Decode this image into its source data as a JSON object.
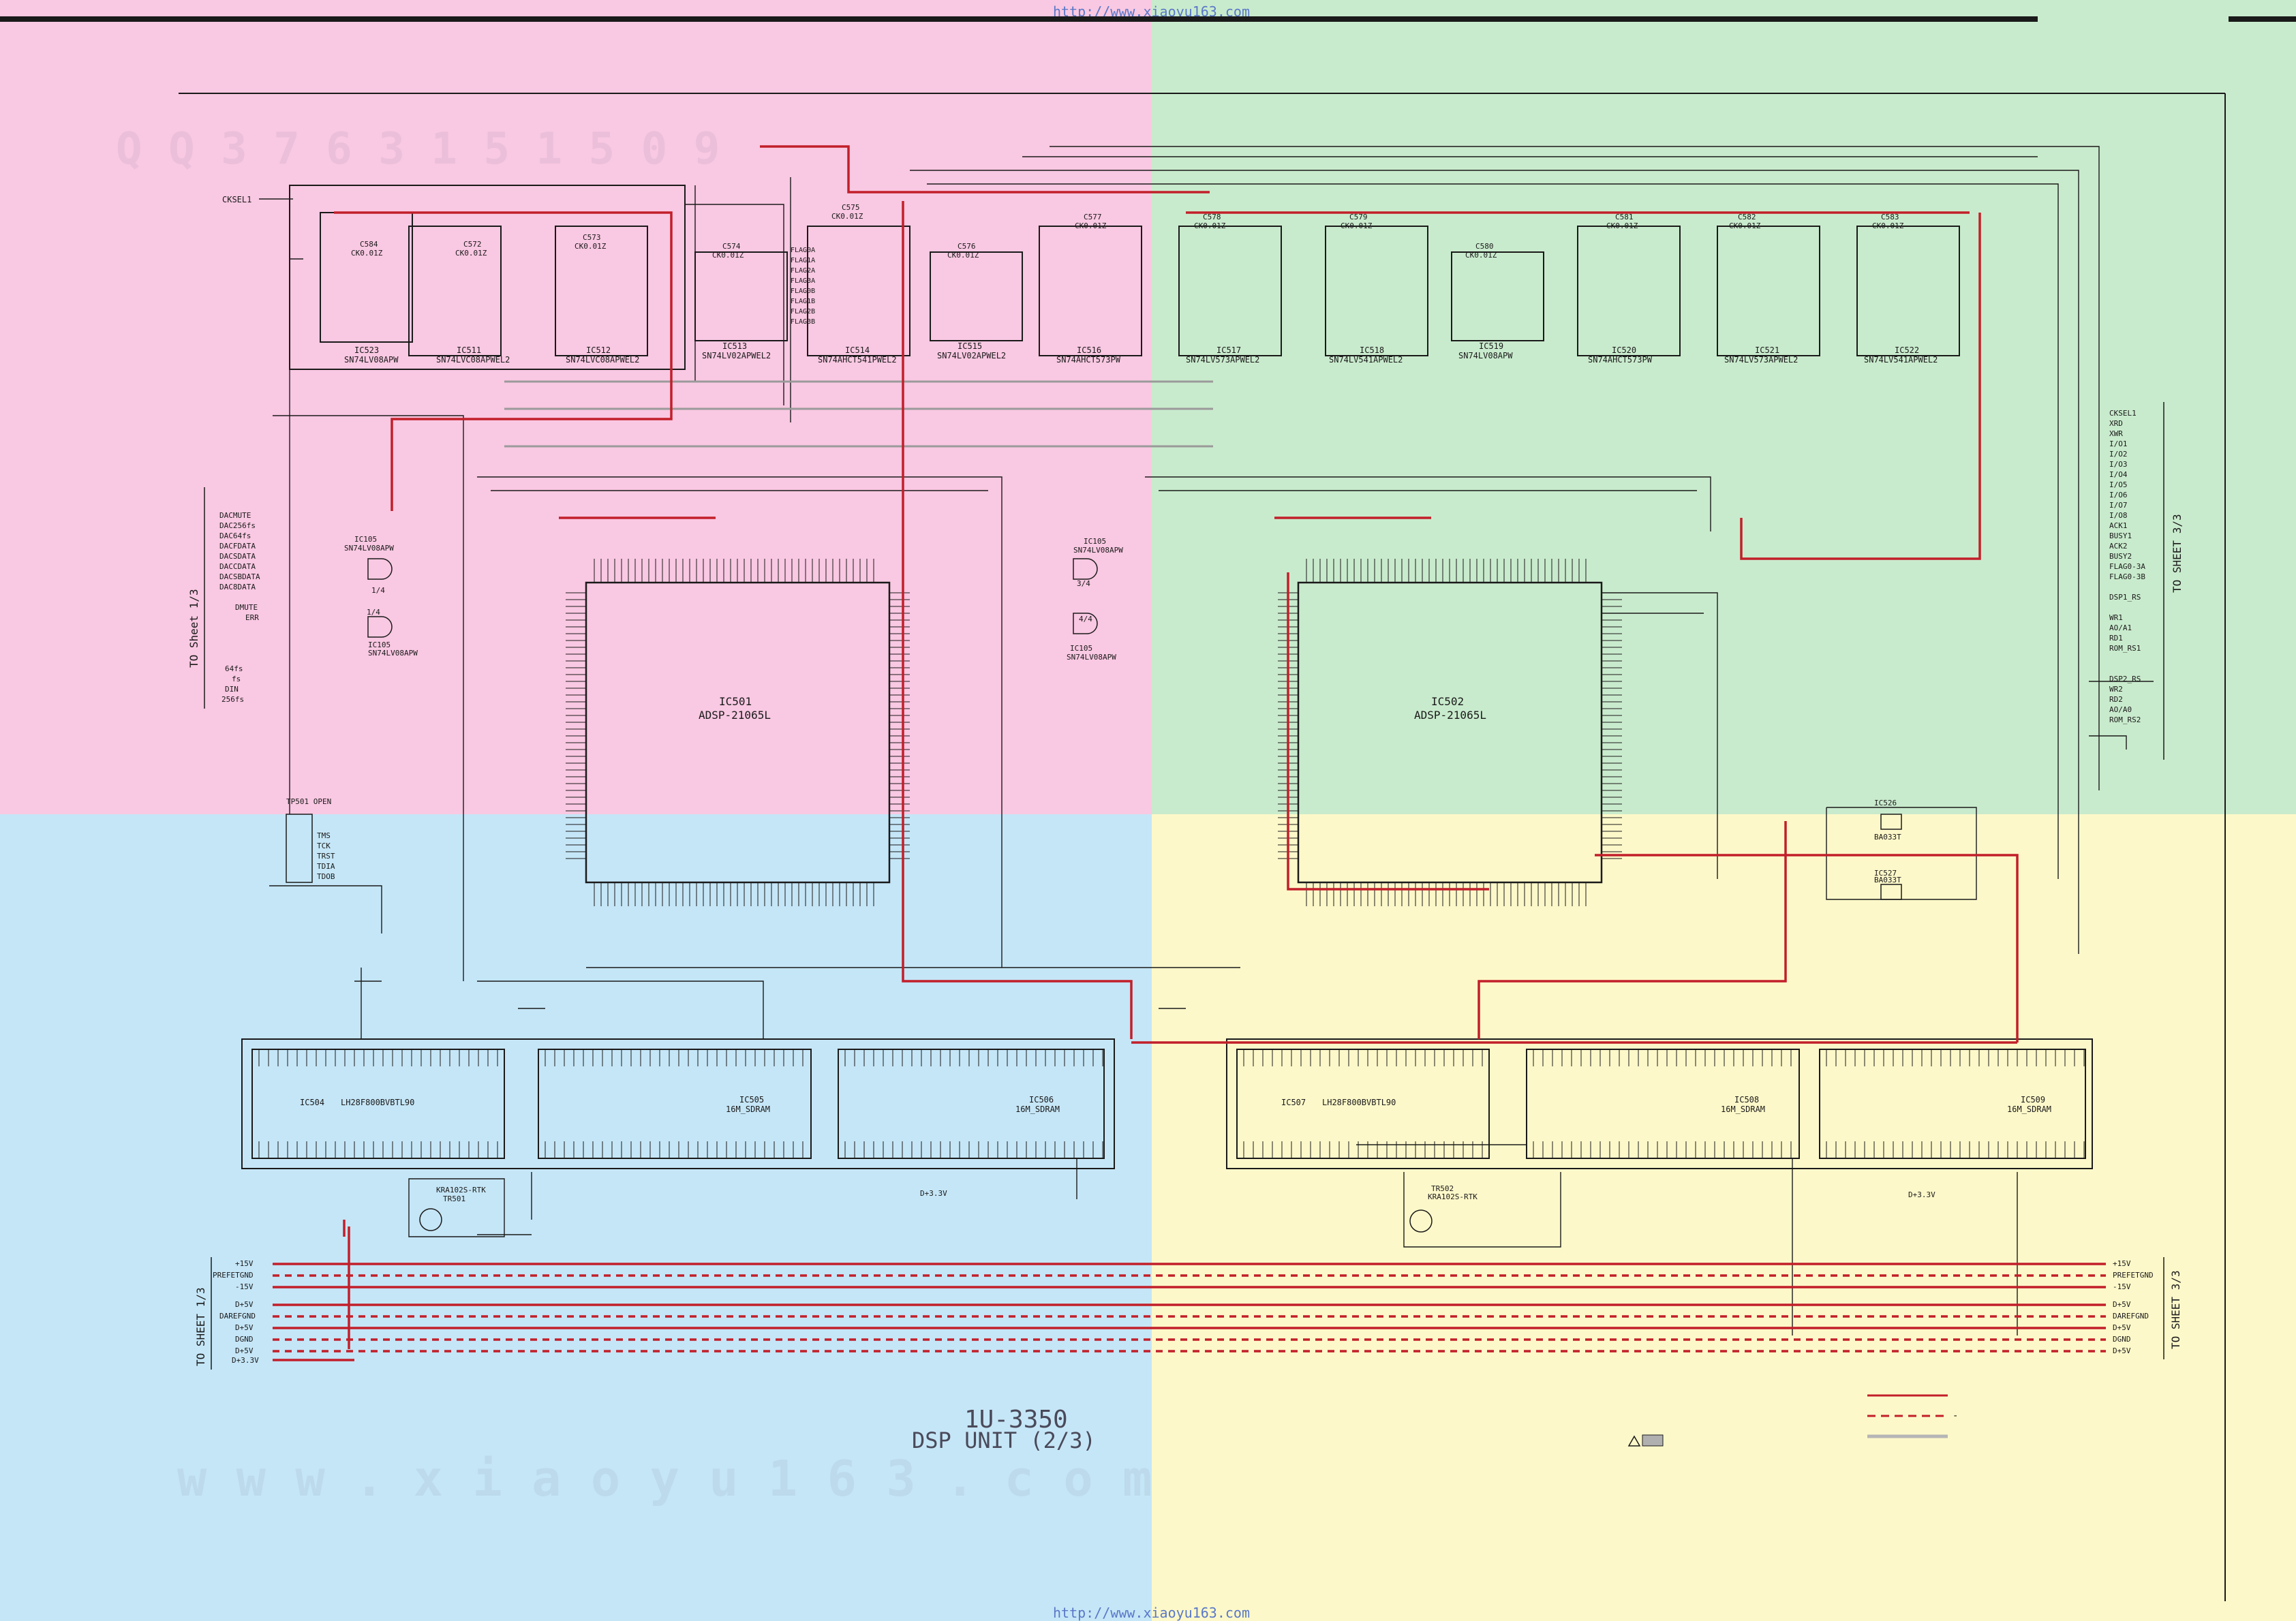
{
  "colors": {
    "quad_tl": "#f9c8e2",
    "quad_tr": "#c9ebcd",
    "quad_bl": "#c5e6f7",
    "quad_br": "#fdf8c9",
    "wire": "#1a1a1a",
    "power_wire": "#c21f2a",
    "bus_gray": "#9a9a9a",
    "watermark": "rgba(120,120,140,0.10)"
  },
  "header": {
    "url_top": "http://www.xiaoyu163.com",
    "url_bottom": "http://www.xiaoyu163.com"
  },
  "watermarks": {
    "qq_row": "Q Q 3 7 6 3 1 5 1 5 0 9",
    "www_row": "w w w . x i a o y u 1 6 3 . c o m"
  },
  "title": {
    "model": "1U-3350",
    "unit": "DSP UNIT (2/3)"
  },
  "sheet_refs": {
    "left_upper": "TO Sheet 1/3",
    "left_lower": "TO SHEET 1/3",
    "right_upper": "TO SHEET 3/3",
    "right_lower": "TO SHEET 3/3"
  },
  "signals": {
    "ck_sel": "CKSEL1",
    "left_inputs": [
      "DACMUTE",
      "DAC256fs",
      "DAC64fs",
      "DACFDATA",
      "DACSDATA",
      "DACCDATA",
      "DACSBDATA",
      "DAC8DATA"
    ],
    "left_inputs_2": [
      "DMUTE",
      "ERR"
    ],
    "left_inputs_3": [
      "64fs",
      "fs",
      "DIN",
      "256fs"
    ],
    "right_outputs": [
      "CKSEL1",
      "XRD",
      "XWR",
      "I/O1",
      "I/O2",
      "I/O3",
      "I/O4",
      "I/O5",
      "I/O6",
      "I/O7",
      "I/O8",
      "ACK1",
      "BUSY1",
      "ACK2",
      "BUSY2",
      "FLAG0-3A",
      "FLAG0-3B"
    ],
    "right_outputs_2": [
      "DSP1_RS",
      "WR1",
      "AO/A1",
      "RD1",
      "ROM_RS1"
    ],
    "right_outputs_3": [
      "DSP2_RS",
      "WR2",
      "RD2",
      "AO/A0",
      "ROM_RS2"
    ],
    "power_left": [
      "+15V",
      "PREFETGND",
      "-15V",
      "D+5V",
      "DAREFGND",
      "D+5V",
      "DGND",
      "D+5V",
      "D+3.3V"
    ],
    "power_right": [
      "+15V",
      "PREFETGND",
      "-15V",
      "D+5V",
      "DAREFGND",
      "D+5V",
      "DGND",
      "D+5V"
    ],
    "jtag": [
      "TMS",
      "TCK",
      "TRST",
      "TDIA",
      "TDOB"
    ],
    "jtag_header": "TP501 OPEN",
    "d33_left": "D+3.3V",
    "d33_right": "D+3.3V"
  },
  "components": {
    "top_ics": [
      {
        "ref": "IC523",
        "part": "SN74LV08APW"
      },
      {
        "ref": "IC511",
        "part": "SN74LVC08APWEL2"
      },
      {
        "ref": "IC512",
        "part": "SN74LVC08APWEL2"
      },
      {
        "ref": "IC513",
        "part": "SN74LV02APWEL2"
      },
      {
        "ref": "IC514",
        "part": "SN74AHCT541PWEL2"
      },
      {
        "ref": "IC515",
        "part": "SN74LV02APWEL2"
      },
      {
        "ref": "IC516",
        "part": "SN74AHCT573PW"
      },
      {
        "ref": "IC517",
        "part": "SN74LV573APWEL2"
      },
      {
        "ref": "IC518",
        "part": "SN74LV541APWEL2"
      },
      {
        "ref": "IC519",
        "part": "SN74LV08APW"
      },
      {
        "ref": "IC520",
        "part": "SN74AHCT573PW"
      },
      {
        "ref": "IC521",
        "part": "SN74LV573APWEL2"
      },
      {
        "ref": "IC522",
        "part": "SN74LV541APWEL2"
      }
    ],
    "top_caps": [
      "C584",
      "C572",
      "C573",
      "C574",
      "C575",
      "C576",
      "C577",
      "C578",
      "C579",
      "C580",
      "C581",
      "C582",
      "C583"
    ],
    "cap_value": "CK0.01Z",
    "dsp_left": {
      "ref": "IC501",
      "part": "ADSP-21065L"
    },
    "dsp_right": {
      "ref": "IC502",
      "part": "ADSP-21065L"
    },
    "gate_left_1": {
      "ref": "IC105",
      "part": "SN74LV08APW",
      "unit": "1/4"
    },
    "gate_left_2": {
      "ref": "IC105",
      "part": "SN74LV08APW",
      "unit": "1/4"
    },
    "gate_right_1": {
      "ref": "IC105",
      "part": "SN74LV08APW",
      "unit": "3/4"
    },
    "gate_right_2": {
      "ref": "IC105",
      "part": "SN74LV08APW",
      "unit": "4/4"
    },
    "regulators": [
      {
        "ref": "IC526",
        "part": "BA033T"
      },
      {
        "ref": "IC527",
        "part": "BA033T"
      }
    ],
    "flash_left": {
      "ref": "IC504",
      "part": "LH28F800BVBTL90"
    },
    "flash_right": {
      "ref": "IC507",
      "part": "LH28F800BVBTL90"
    },
    "sram": [
      {
        "ref": "IC505",
        "part": "16M_SDRAM"
      },
      {
        "ref": "IC506",
        "part": "16M_SDRAM"
      },
      {
        "ref": "IC508",
        "part": "16M_SDRAM"
      },
      {
        "ref": "IC509",
        "part": "16M_SDRAM"
      }
    ],
    "transistor_left": {
      "ref": "TR501",
      "part": "KRA102S-RTK"
    },
    "transistor_right": {
      "ref": "TR502",
      "part": "KRA102S-RTK"
    },
    "flag_labels": [
      "FLAG0A",
      "FLAG1A",
      "FLAG2A",
      "FLAG3A",
      "FLAG0B",
      "FLAG1B",
      "FLAG2B",
      "FLAG3B"
    ]
  },
  "legend": {
    "solid_red": "",
    "dashed_red": "-",
    "gray": ""
  }
}
